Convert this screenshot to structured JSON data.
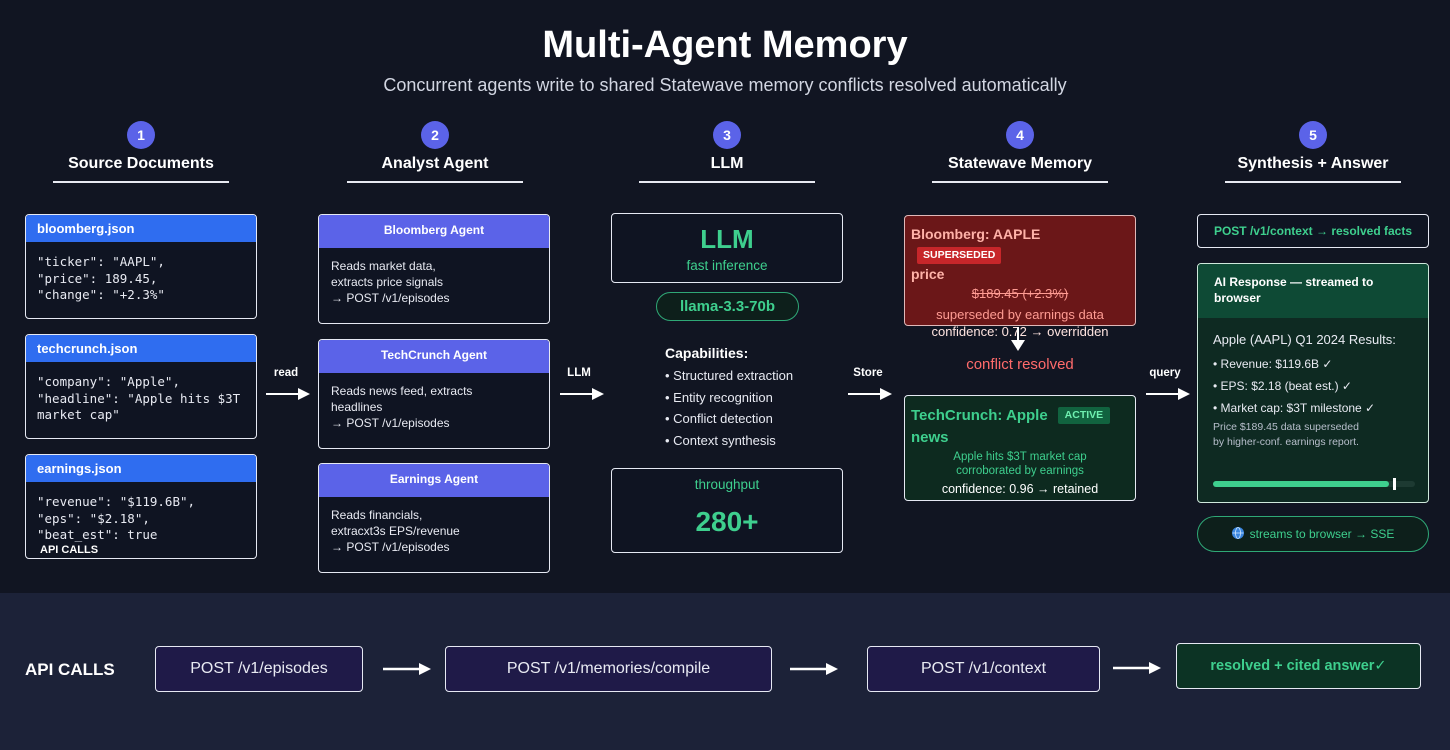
{
  "header": {
    "title": "Multi-Agent Memory",
    "subtitle": "Concurrent agents write to shared Statewave memory conflicts resolved automatically"
  },
  "columns": [
    {
      "num": "1",
      "label": "Source Documents"
    },
    {
      "num": "2",
      "label": "Analyst Agent"
    },
    {
      "num": "3",
      "label": "LLM"
    },
    {
      "num": "4",
      "label": "Statewave Memory"
    },
    {
      "num": "5",
      "label": "Synthesis + Answer"
    }
  ],
  "sources": [
    {
      "file": "bloomberg.json",
      "body": "\"ticker\": \"AAPL\",\n\"price\": 189.45,\n\"change\": \"+2.3%\""
    },
    {
      "file": "techcrunch.json",
      "body": "\"company\": \"Apple\",\n\"headline\": \"Apple hits $3T\nmarket cap\""
    },
    {
      "file": "earnings.json",
      "body": "\"revenue\": \"$119.6B\",\n\"eps\": \"$2.18\",\n\"beat_est\": true",
      "tag": "API CALLS"
    }
  ],
  "agents": [
    {
      "name": "Bloomberg Agent",
      "line1": "Reads market data,",
      "line2": "extracts price signals",
      "line3": "→ POST /v1/episodes"
    },
    {
      "name": "TechCrunch Agent",
      "line1": "Reads  news  feed,  extracts",
      "line2": "headlines",
      "line3": "→ POST /v1/episodes"
    },
    {
      "name": "Earnings Agent",
      "line1": "Reads financials,",
      "line2": "extracxt3s EPS/revenue",
      "line3": "→ POST /v1/episodes"
    }
  ],
  "arrows": {
    "read": "read",
    "llm": "LLM",
    "store": "Store",
    "query": "query"
  },
  "llm": {
    "big": "LLM",
    "small": "fast inference",
    "model": "llama-3.3-70b",
    "caps_title": "Capabilities:",
    "caps": [
      "• Structured extraction",
      "• Entity recognition",
      "• Conflict detection",
      "• Context synthesis"
    ],
    "throughput_label": "throughput",
    "throughput_value": "280+"
  },
  "memory": {
    "old_title": "Bloomberg: AAPLE",
    "old_title2": "price",
    "old_tag": "SUPERSEDED",
    "old_price": "$189.45 (+2.3%)",
    "old_note": "superseded by earnings data",
    "old_conf": "confidence: 0.72 → overridden",
    "conflict": "conflict resolved",
    "new_title": "TechCrunch: Apple",
    "new_title2": "news",
    "new_tag": "ACTIVE",
    "new_text1": "Apple hits $3T market cap",
    "new_text2": "corroborated by earnings",
    "new_conf": "confidence: 0.96 → retained"
  },
  "synthesis": {
    "post_ctx": "POST /v1/context → resolved facts",
    "ai_head": "AI Response — streamed to browser",
    "ai_title": "Apple (AAPL) Q1 2024 Results:",
    "items": [
      "• Revenue: $119.6B ✓",
      "• EPS: $2.18 (beat est.) ✓",
      "• Market cap: $3T milestone ✓"
    ],
    "note1": "Price $189.45 data superseded",
    "note2": "by higher-conf. earnings report.",
    "stream_progress": 0.9,
    "sse": "streams to browser → SSE"
  },
  "footer": {
    "label": "API CALLS",
    "calls": [
      "POST /v1/episodes",
      "POST /v1/memories/compile",
      "POST /v1/context"
    ],
    "final": "resolved + cited answer✓"
  },
  "colors": {
    "accent": "#5b63e8",
    "green": "#3ecf8e",
    "red": "#c7262a",
    "blue": "#2f6df0"
  }
}
